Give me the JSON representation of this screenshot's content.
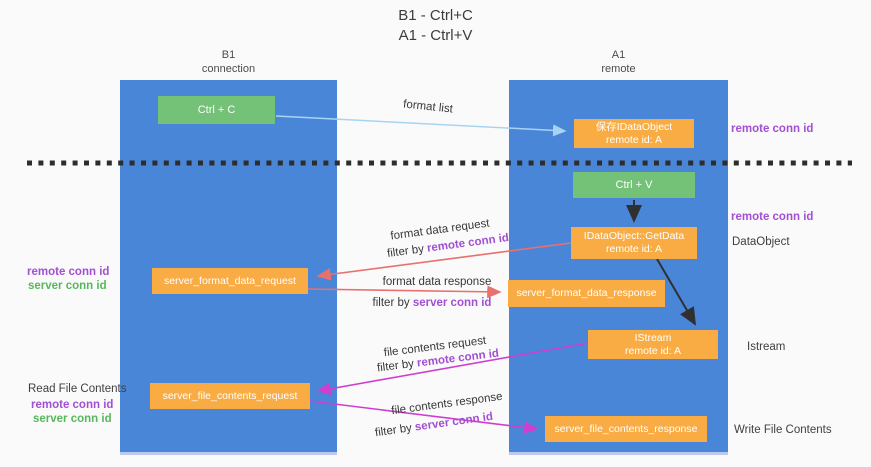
{
  "title": {
    "line1": "B1 - Ctrl+C",
    "line2": "A1 - Ctrl+V"
  },
  "columns": {
    "left": {
      "title": "B1",
      "subtitle": "connection"
    },
    "right": {
      "title": "A1",
      "subtitle": "remote"
    }
  },
  "nodes": {
    "ctrl_c": {
      "label": "Ctrl + C"
    },
    "ctrl_v": {
      "label": "Ctrl + V"
    },
    "save_dataobject": {
      "line1": "保存IDataObject",
      "line2": "remote id: A"
    },
    "getdata": {
      "line1": "IDataObject::GetData",
      "line2": "remote id: A"
    },
    "istream": {
      "line1": "IStream",
      "line2": "remote id: A"
    },
    "server_format_data_request": {
      "label": "server_format_data_request"
    },
    "server_format_data_response": {
      "label": "server_format_data_response"
    },
    "server_file_contents_request": {
      "label": "server_file_contents_request"
    },
    "server_file_contents_response": {
      "label": "server_file_contents_response"
    }
  },
  "edge_labels": {
    "format_list": "format list",
    "format_data_request": "format data request",
    "format_data_request_filter_prefix": "filter by ",
    "format_data_request_filter_key": "remote conn id",
    "format_data_response": "format data response",
    "format_data_response_filter_prefix": "filter by ",
    "format_data_response_filter_key": "server conn id",
    "file_contents_request": "file contents request",
    "file_contents_request_filter_prefix": "filter by ",
    "file_contents_request_filter_key": "remote conn id",
    "file_contents_response": "file contents response",
    "file_contents_response_filter_prefix": "filter by ",
    "file_contents_response_filter_key": "server conn id"
  },
  "side_labels": {
    "right_remote_conn_id_top": "remote conn id",
    "right_remote_conn_id_mid": "remote conn id",
    "dataobject": "DataObject",
    "istream": "Istream",
    "write_file_contents": "Write File Contents",
    "left_remote_conn_id_top": "remote conn id",
    "left_server_conn_id_top": "server conn id",
    "read_file_contents": "Read File Contents",
    "left_remote_conn_id_bottom": "remote conn id",
    "left_server_conn_id_bottom": "server conn id"
  },
  "colors": {
    "column_blue": "#4a86d8",
    "node_green": "#74c178",
    "node_orange": "#f9ac44",
    "arrow_red": "#e8706d",
    "arrow_magenta": "#cf3fcf",
    "arrow_lightblue": "#a8d4f2",
    "arrow_black": "#303030",
    "text_purple": "#a24fd3",
    "text_green": "#58b75c"
  }
}
